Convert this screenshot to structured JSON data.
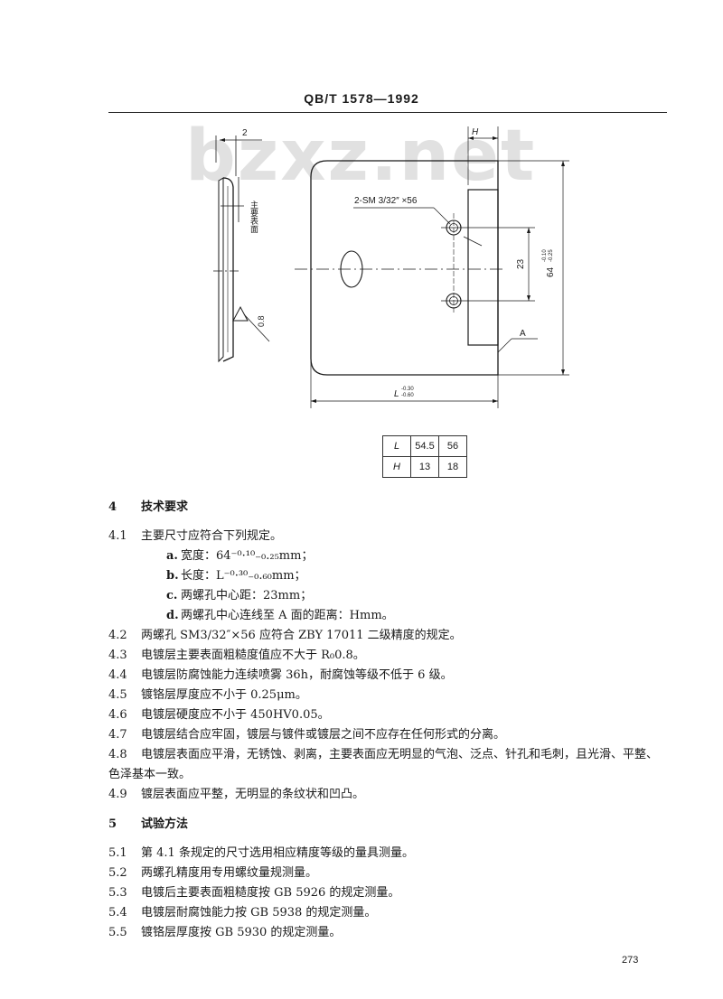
{
  "header": {
    "code": "QB/T 1578—1992"
  },
  "watermark": "bzxz.net",
  "drawing": {
    "dim_2": "2",
    "surface_label": "主要表面",
    "roughness": "0.8",
    "dim_H": "H",
    "hole_label": "2-SM 3/32″ ×56",
    "dim_23": "23",
    "dim_64": "64",
    "tol_64_top": "-0.10",
    "tol_64_bot": "-0.25",
    "dim_L": "L",
    "tol_L_top": "-0.30",
    "tol_L_bot": "-0.60",
    "label_A": "A"
  },
  "dim_table": {
    "rows": [
      {
        "key": "L",
        "v1": "54.5",
        "v2": "56"
      },
      {
        "key": "H",
        "v1": "13",
        "v2": "18"
      }
    ]
  },
  "section4": {
    "number": "4",
    "title": "技术要求",
    "items": [
      {
        "num": "4.1",
        "text": "主要尺寸应符合下列规定。"
      },
      {
        "num": "4.2",
        "text": "两螺孔 SM3/32″×56 应符合 ZBY 17011 二级精度的规定。"
      },
      {
        "num": "4.3",
        "text": "电镀层主要表面粗糙度值应不大于 R₀0.8。"
      },
      {
        "num": "4.4",
        "text": "电镀层防腐蚀能力连续喷雾 36h，耐腐蚀等级不低于 6 级。"
      },
      {
        "num": "4.5",
        "text": "镀铬层厚度应不小于 0.25μm。"
      },
      {
        "num": "4.6",
        "text": "电镀层硬度应不小于 450HV0.05。"
      },
      {
        "num": "4.7",
        "text": "电镀层结合应牢固，镀层与镀件或镀层之间不应存在任何形式的分离。"
      },
      {
        "num": "4.8",
        "text": "电镀层表面应平滑，无锈蚀、剥离，主要表面应无明显的气泡、泛点、针孔和毛刺，且光滑、平整、色泽基本一致。"
      },
      {
        "num": "4.9",
        "text": "镀层表面应平整，无明显的条纹状和凹凸。"
      }
    ],
    "sub": [
      {
        "mark": "a.",
        "text": "宽度：64⁻⁰·¹⁰₋₀.₂₅mm；"
      },
      {
        "mark": "b.",
        "text": "长度：L⁻⁰·³⁰₋₀.₆₀mm；"
      },
      {
        "mark": "c.",
        "text": "两螺孔中心距：23mm；"
      },
      {
        "mark": "d.",
        "text": "两螺孔中心连线至 A 面的距离：Hmm。"
      }
    ]
  },
  "section5": {
    "number": "5",
    "title": "试验方法",
    "items": [
      {
        "num": "5.1",
        "text": "第 4.1 条规定的尺寸选用相应精度等级的量具测量。"
      },
      {
        "num": "5.2",
        "text": "两螺孔精度用专用螺纹量规测量。"
      },
      {
        "num": "5.3",
        "text": "电镀后主要表面粗糙度按 GB 5926 的规定测量。"
      },
      {
        "num": "5.4",
        "text": "电镀层耐腐蚀能力按 GB 5938 的规定测量。"
      },
      {
        "num": "5.5",
        "text": "镀铬层厚度按 GB 5930 的规定测量。"
      }
    ]
  },
  "page_number": "273"
}
